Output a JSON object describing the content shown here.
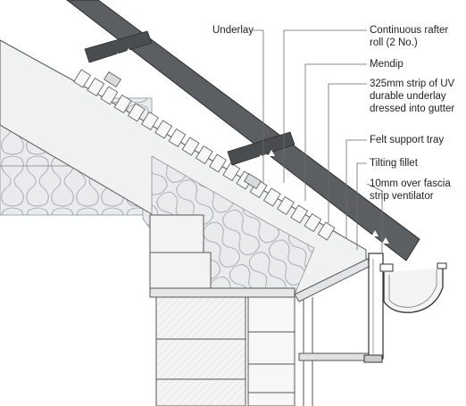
{
  "diagram": {
    "labels": {
      "underlay": "Underlay",
      "rafter_roll_1": "Continuous rafter",
      "rafter_roll_2": "roll (2 No.)",
      "mendip": "Mendip",
      "uv_strip_1": "325mm strip of UV",
      "uv_strip_2": "durable underlay",
      "uv_strip_3": "dressed into gutter",
      "felt_tray": "Felt support tray",
      "tilting_fillet": "Tilting fillet",
      "fascia_vent_1": "10mm over fascia",
      "fascia_vent_2": "strip ventilator"
    }
  }
}
